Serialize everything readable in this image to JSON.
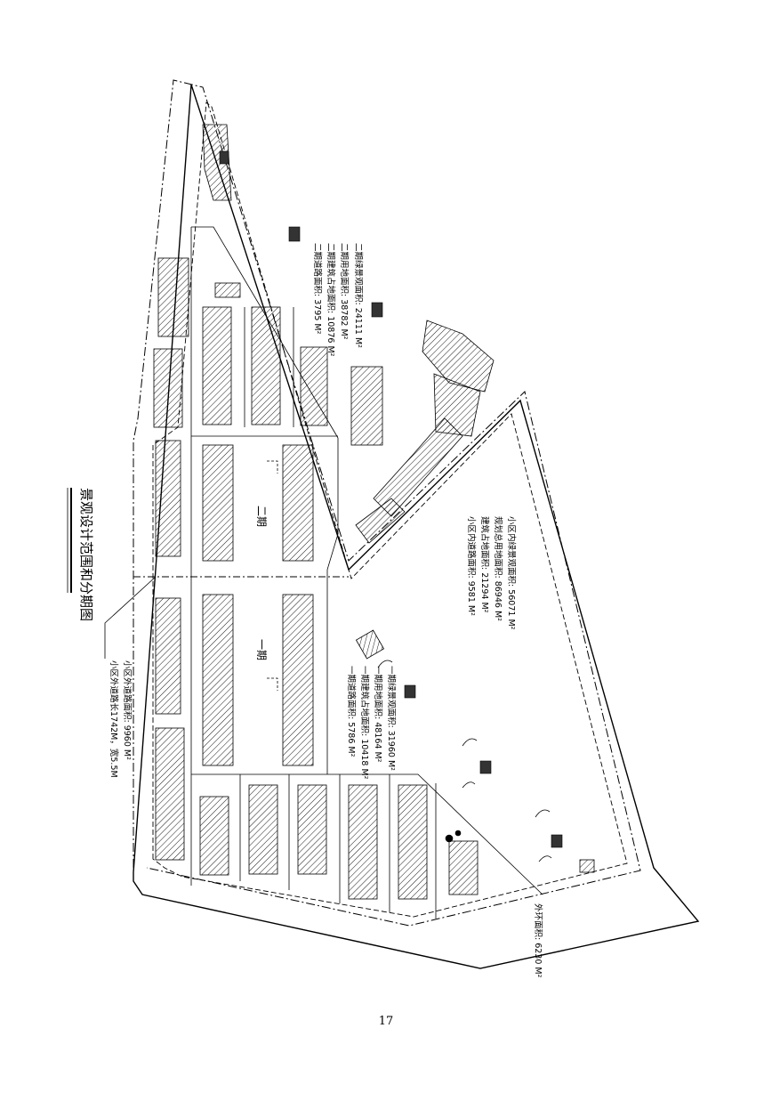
{
  "title": "景观设计范围和分期图",
  "page_number": "17",
  "phase_labels": [
    "二期",
    "一期"
  ],
  "summary": [
    "小区内绿景观面积: 56071 M²",
    "规划总用地面积: 86946 M²",
    "建筑占地面积: 21294 M²",
    "小区内道路面积: 9581 M²"
  ],
  "phase2_stats": [
    "二期绿景观面积: 24111 M²",
    "二期用地面积: 38782 M²",
    "二期建筑占地面积: 10876 M²",
    "二期道路面积: 3795 M²"
  ],
  "phase1_stats": [
    "一期绿景观面积: 31960 M²",
    "一期用地面积: 48164 M²",
    "一期建筑占地面积: 10418 M²",
    "一期道路面积: 5786 M²"
  ],
  "perimeter_stats": [
    "小区外道路面积: 9960 M²",
    "小区外道路长1742M，宽5.5M"
  ],
  "outside_stat": "外环面积: 6230 M²"
}
